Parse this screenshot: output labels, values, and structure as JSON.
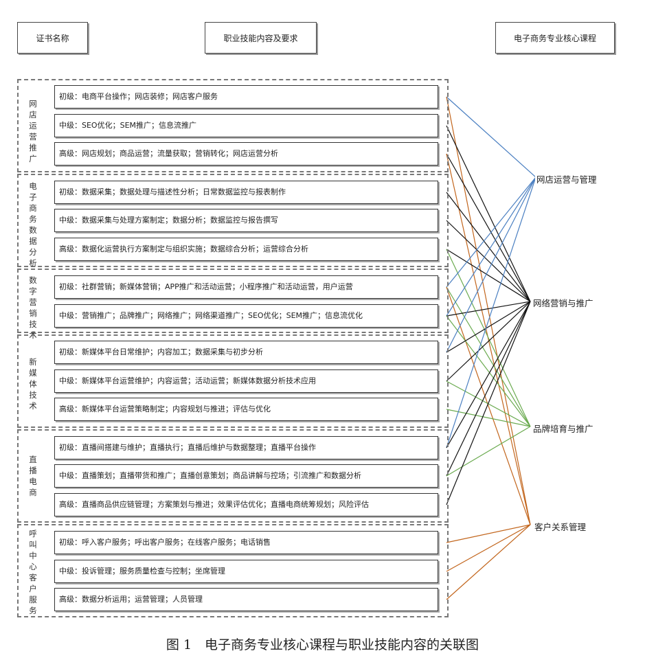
{
  "headers": {
    "certificate": "证书名称",
    "skills": "职业技能内容及要求",
    "courses": "电子商务专业核心课程"
  },
  "groups": [
    {
      "name": "网店运营推广",
      "items": [
        "初级：电商平台操作；网店装修；网店客户服务",
        "中级：SEO优化；SEM推广；信息流推广",
        "高级：网店规划；商品运营；流量获取；营销转化；网店运营分析"
      ]
    },
    {
      "name": "电子商务数据分析",
      "items": [
        "初级：数据采集；数据处理与描述性分析；日常数据监控与报表制作",
        "中级：数据采集与处理方案制定；数据分析；数据监控与报告撰写",
        "高级：数据化运营执行方案制定与组织实施；数据综合分析；运营综合分析"
      ]
    },
    {
      "name": "数字营销技术",
      "items": [
        "初级：社群营销；新媒体营销；APP推广和活动运营；小程序推广和活动运营，用户运营",
        "中级：营销推广；品牌推广；网络推广；网络渠道推广；SEO优化；SEM推广；信息流优化"
      ]
    },
    {
      "name": "新媒体技术",
      "items": [
        "初级：新媒体平台日常维护；内容加工；数据采集与初步分析",
        "中级：新媒体平台运营维护；内容运营；活动运营；新媒体数据分析技术应用",
        "高级：新媒体平台运营策略制定；内容规划与推进；评估与优化"
      ]
    },
    {
      "name": "直播电商",
      "items": [
        "初级：直播间搭建与维护；直播执行；直播后维护与数据整理；直播平台操作",
        "中级：直播策划；直播带货和推广；直播创意策划；商品讲解与控场；引流推广和数据分析",
        "高级：直播商品供应链管理；方案策划与推进；效果评估优化；直播电商统筹规划；风险评估"
      ]
    },
    {
      "name": "呼叫中心客户服务",
      "items": [
        "初级：呼入客户服务；呼出客户服务；在线客户服务；电话销售",
        "中级：投诉管理；服务质量检查与控制；坐席管理",
        "高级：数据分析运用；运营管理；人员管理"
      ]
    }
  ],
  "courses": [
    "网店运营与管理",
    "网络营销与推广",
    "品牌培育与推广",
    "客户关系管理"
  ],
  "line_colors": {
    "blue": "#4a7fc1",
    "black": "#111111",
    "green": "#6aaa4f",
    "orange": "#c2651c"
  },
  "links": [
    {
      "row": 0,
      "course": 0,
      "color": "blue"
    },
    {
      "row": 0,
      "course": 3,
      "color": "orange"
    },
    {
      "row": 1,
      "course": 1,
      "color": "black"
    },
    {
      "row": 2,
      "course": 1,
      "color": "black"
    },
    {
      "row": 2,
      "course": 3,
      "color": "orange"
    },
    {
      "row": 3,
      "course": 1,
      "color": "black"
    },
    {
      "row": 4,
      "course": 1,
      "color": "black"
    },
    {
      "row": 5,
      "course": 1,
      "color": "black"
    },
    {
      "row": 5,
      "course": 2,
      "color": "green"
    },
    {
      "row": 6,
      "course": 0,
      "color": "blue"
    },
    {
      "row": 6,
      "course": 2,
      "color": "green"
    },
    {
      "row": 6,
      "course": 3,
      "color": "orange"
    },
    {
      "row": 7,
      "course": 0,
      "color": "blue"
    },
    {
      "row": 7,
      "course": 1,
      "color": "black"
    },
    {
      "row": 7,
      "course": 2,
      "color": "green"
    },
    {
      "row": 8,
      "course": 0,
      "color": "blue"
    },
    {
      "row": 8,
      "course": 1,
      "color": "black"
    },
    {
      "row": 9,
      "course": 1,
      "color": "black"
    },
    {
      "row": 9,
      "course": 2,
      "color": "green"
    },
    {
      "row": 10,
      "course": 2,
      "color": "green"
    },
    {
      "row": 11,
      "course": 0,
      "color": "blue"
    },
    {
      "row": 11,
      "course": 1,
      "color": "black"
    },
    {
      "row": 12,
      "course": 1,
      "color": "black"
    },
    {
      "row": 12,
      "course": 2,
      "color": "green"
    },
    {
      "row": 13,
      "course": 1,
      "color": "black"
    },
    {
      "row": 14,
      "course": 3,
      "color": "orange"
    },
    {
      "row": 15,
      "course": 3,
      "color": "orange"
    },
    {
      "row": 16,
      "course": 3,
      "color": "orange"
    }
  ],
  "caption": "图 1　电子商务专业核心课程与职业技能内容的关联图"
}
